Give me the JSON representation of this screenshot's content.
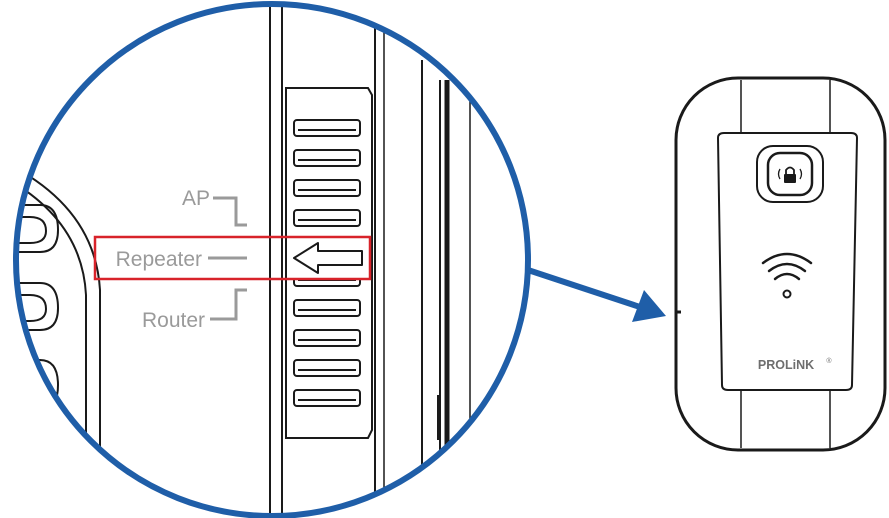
{
  "switch_labels": {
    "ap": "AP",
    "repeater": "Repeater",
    "router": "Router"
  },
  "selected_mode": "Repeater",
  "device": {
    "brand": "PROLiNK",
    "trademark": "®",
    "button_icon": "lock-icon",
    "status_icon": "wifi-icon"
  },
  "colors": {
    "circle_border": "#1f5ea8",
    "pointer_arrow": "#1f5ea8",
    "highlight_box": "#d8232a",
    "label_text": "#9a9a9a",
    "outline": "#1a1a1a"
  }
}
